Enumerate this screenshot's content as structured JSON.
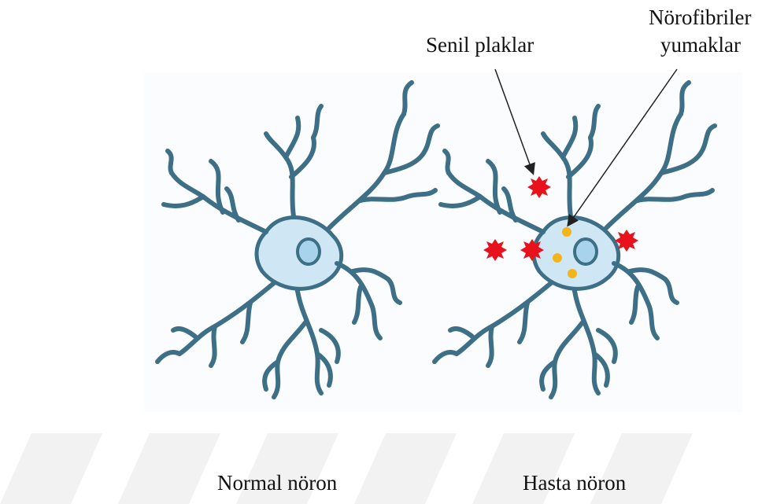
{
  "labels": {
    "senil_plaklar": "Senil plaklar",
    "norofibriler_line1": "Nörofibriler",
    "norofibriler_line2": "yumaklar",
    "normal_noron": "Normal nöron",
    "hasta_noron": "Hasta nöron"
  },
  "colors": {
    "dendrite": "#3d6f86",
    "soma_fill": "#cfe7f4",
    "nucleus_fill": "#a9d3ea",
    "plaque": "#e8121c",
    "tangle": "#f2b51b",
    "arrow": "#222222",
    "watermark": "#f1f1f1"
  }
}
